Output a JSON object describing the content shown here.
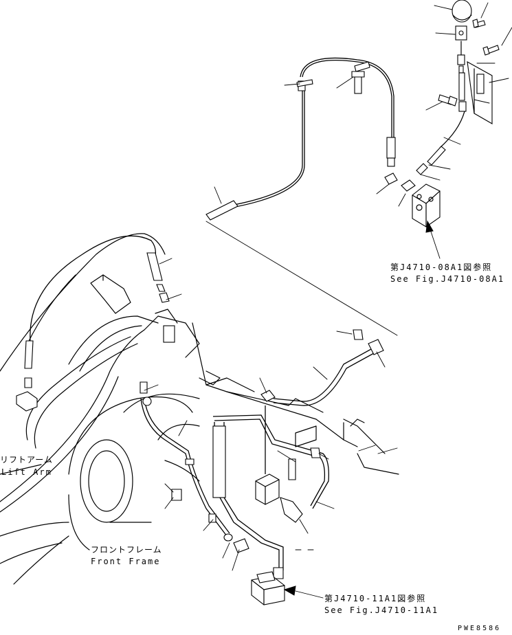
{
  "callouts": {
    "upper_ref_jp": "第J4710-08A1図参照",
    "upper_ref_en": "See Fig.J4710-08A1",
    "lower_ref_jp": "第J4710-11A1図参照",
    "lower_ref_en": "See Fig.J4710-11A1",
    "lift_arm_jp": "リフトアーム",
    "lift_arm_en": "Lift Arm",
    "front_frame_jp": "フロントフレーム",
    "front_frame_en": "Front Frame"
  },
  "drawing_code": "PWE8586"
}
